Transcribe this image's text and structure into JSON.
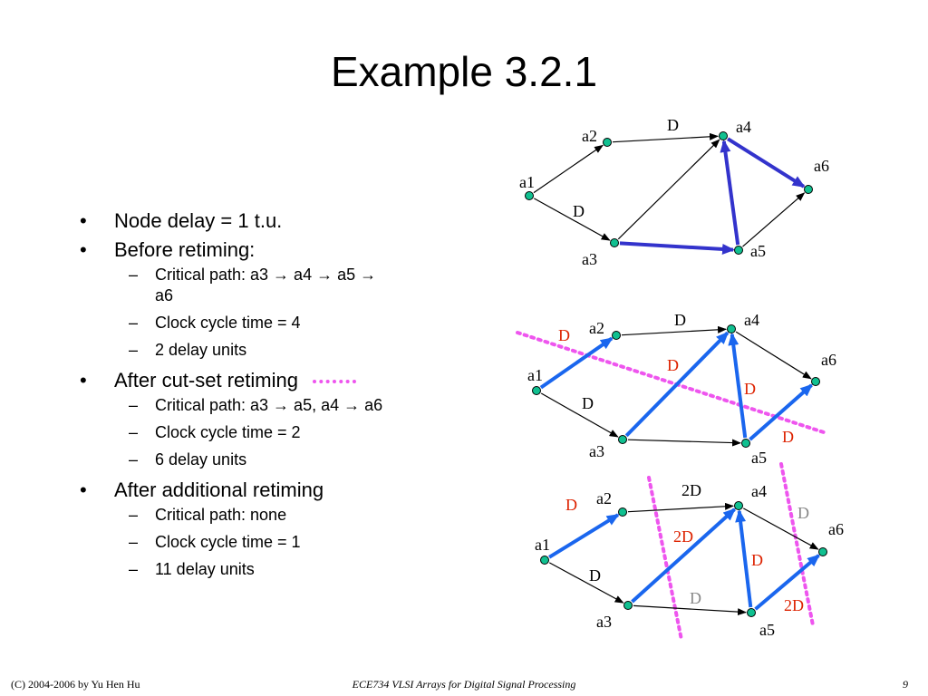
{
  "title": "Example 3.2.1",
  "bullets": {
    "node_delay": "Node delay = 1 t.u.",
    "before": "Before retiming:",
    "before_path_1": "Critical path: a3 → a4 → a5 →",
    "before_path_2": "a6",
    "before_clock": "Clock cycle time = 4",
    "before_delay": "2 delay units",
    "cutset": "After cut-set retiming",
    "cutset_path": "Critical path: a3 → a5, a4 → a6",
    "cutset_clock": "Clock cycle time = 2",
    "cutset_delay": "6 delay units",
    "additional": "After additional retiming",
    "additional_path": "Critical path: none",
    "additional_clock": "Clock cycle time = 1",
    "additional_delay": "11 delay units"
  },
  "colors": {
    "node_fill": "#10c090",
    "edge": "#000000",
    "critical_before": "#3333cc",
    "critical_after": "#1a66ee",
    "cutset_line": "#ee55ee",
    "delay_new": "#dd2200",
    "delay_faded": "#888888"
  },
  "graphs": [
    {
      "nodes": [
        "a1",
        "a2",
        "a3",
        "a4",
        "a5",
        "a6"
      ],
      "edge_delays": [
        {
          "label": "D",
          "style": "black"
        },
        {
          "label": "D",
          "style": "black"
        }
      ]
    },
    {
      "nodes": [
        "a1",
        "a2",
        "a3",
        "a4",
        "a5",
        "a6"
      ],
      "edge_delays": [
        {
          "label": "D",
          "style": "black"
        },
        {
          "label": "D",
          "style": "black"
        },
        {
          "label": "D",
          "style": "red"
        },
        {
          "label": "D",
          "style": "red"
        },
        {
          "label": "D",
          "style": "red"
        },
        {
          "label": "D",
          "style": "red"
        }
      ]
    },
    {
      "nodes": [
        "a1",
        "a2",
        "a3",
        "a4",
        "a5",
        "a6"
      ],
      "edge_delays": [
        {
          "label": "2D",
          "style": "black"
        },
        {
          "label": "D",
          "style": "black"
        },
        {
          "label": "D",
          "style": "red"
        },
        {
          "label": "2D",
          "style": "red"
        },
        {
          "label": "D",
          "style": "red"
        },
        {
          "label": "2D",
          "style": "red"
        },
        {
          "label": "D",
          "style": "faded"
        },
        {
          "label": "D",
          "style": "faded"
        }
      ]
    }
  ],
  "footer": {
    "left": "(C) 2004-2006 by Yu Hen Hu",
    "center": "ECE734 VLSI Arrays for Digital Signal Processing",
    "page": "9"
  }
}
